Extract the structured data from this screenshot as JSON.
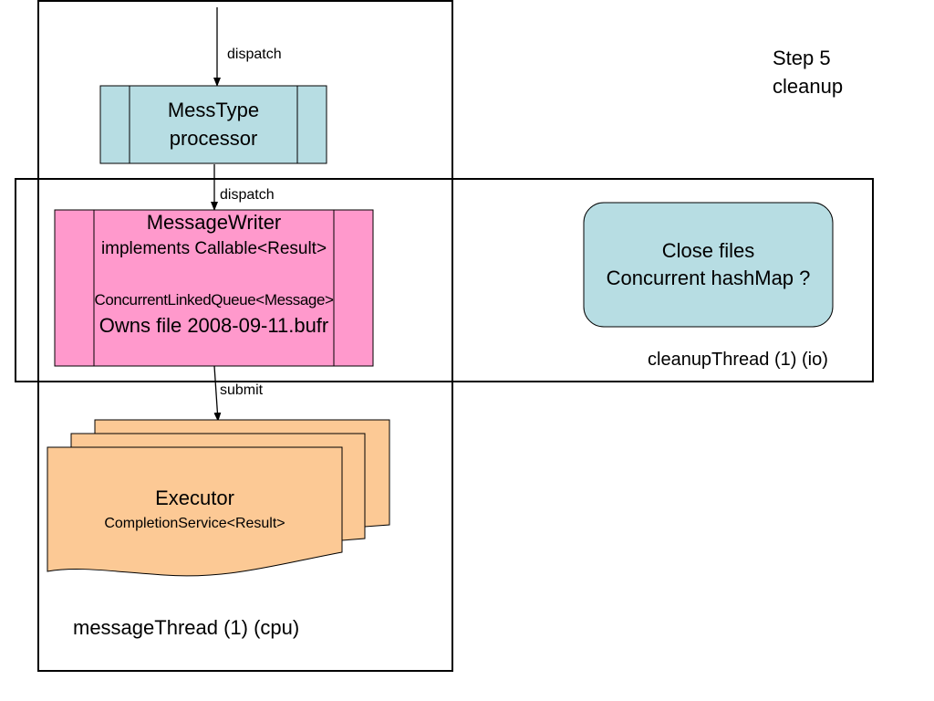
{
  "step": {
    "line1": "Step 5",
    "line2": "cleanup"
  },
  "arrows": {
    "dispatch_top": "dispatch",
    "dispatch_mid": "dispatch",
    "submit": "submit"
  },
  "messtype": {
    "line1": "MessType",
    "line2": "processor"
  },
  "writer": {
    "line1": "MessageWriter",
    "line2": "implements Callable<Result>",
    "line3": "ConcurrentLinkedQueue<Message>",
    "line4": "Owns file 2008-09-11.bufr"
  },
  "executor": {
    "line1": "Executor",
    "line2": "CompletionService<Result>"
  },
  "close": {
    "line1": "Close files",
    "line2": "Concurrent hashMap ?"
  },
  "threads": {
    "message": "messageThread (1) (cpu)",
    "cleanup": "cleanupThread (1) (io)"
  },
  "colors": {
    "cyan": "#b7dde3",
    "pink": "#ff99cc",
    "peach": "#fcc995",
    "border": "#000000"
  }
}
